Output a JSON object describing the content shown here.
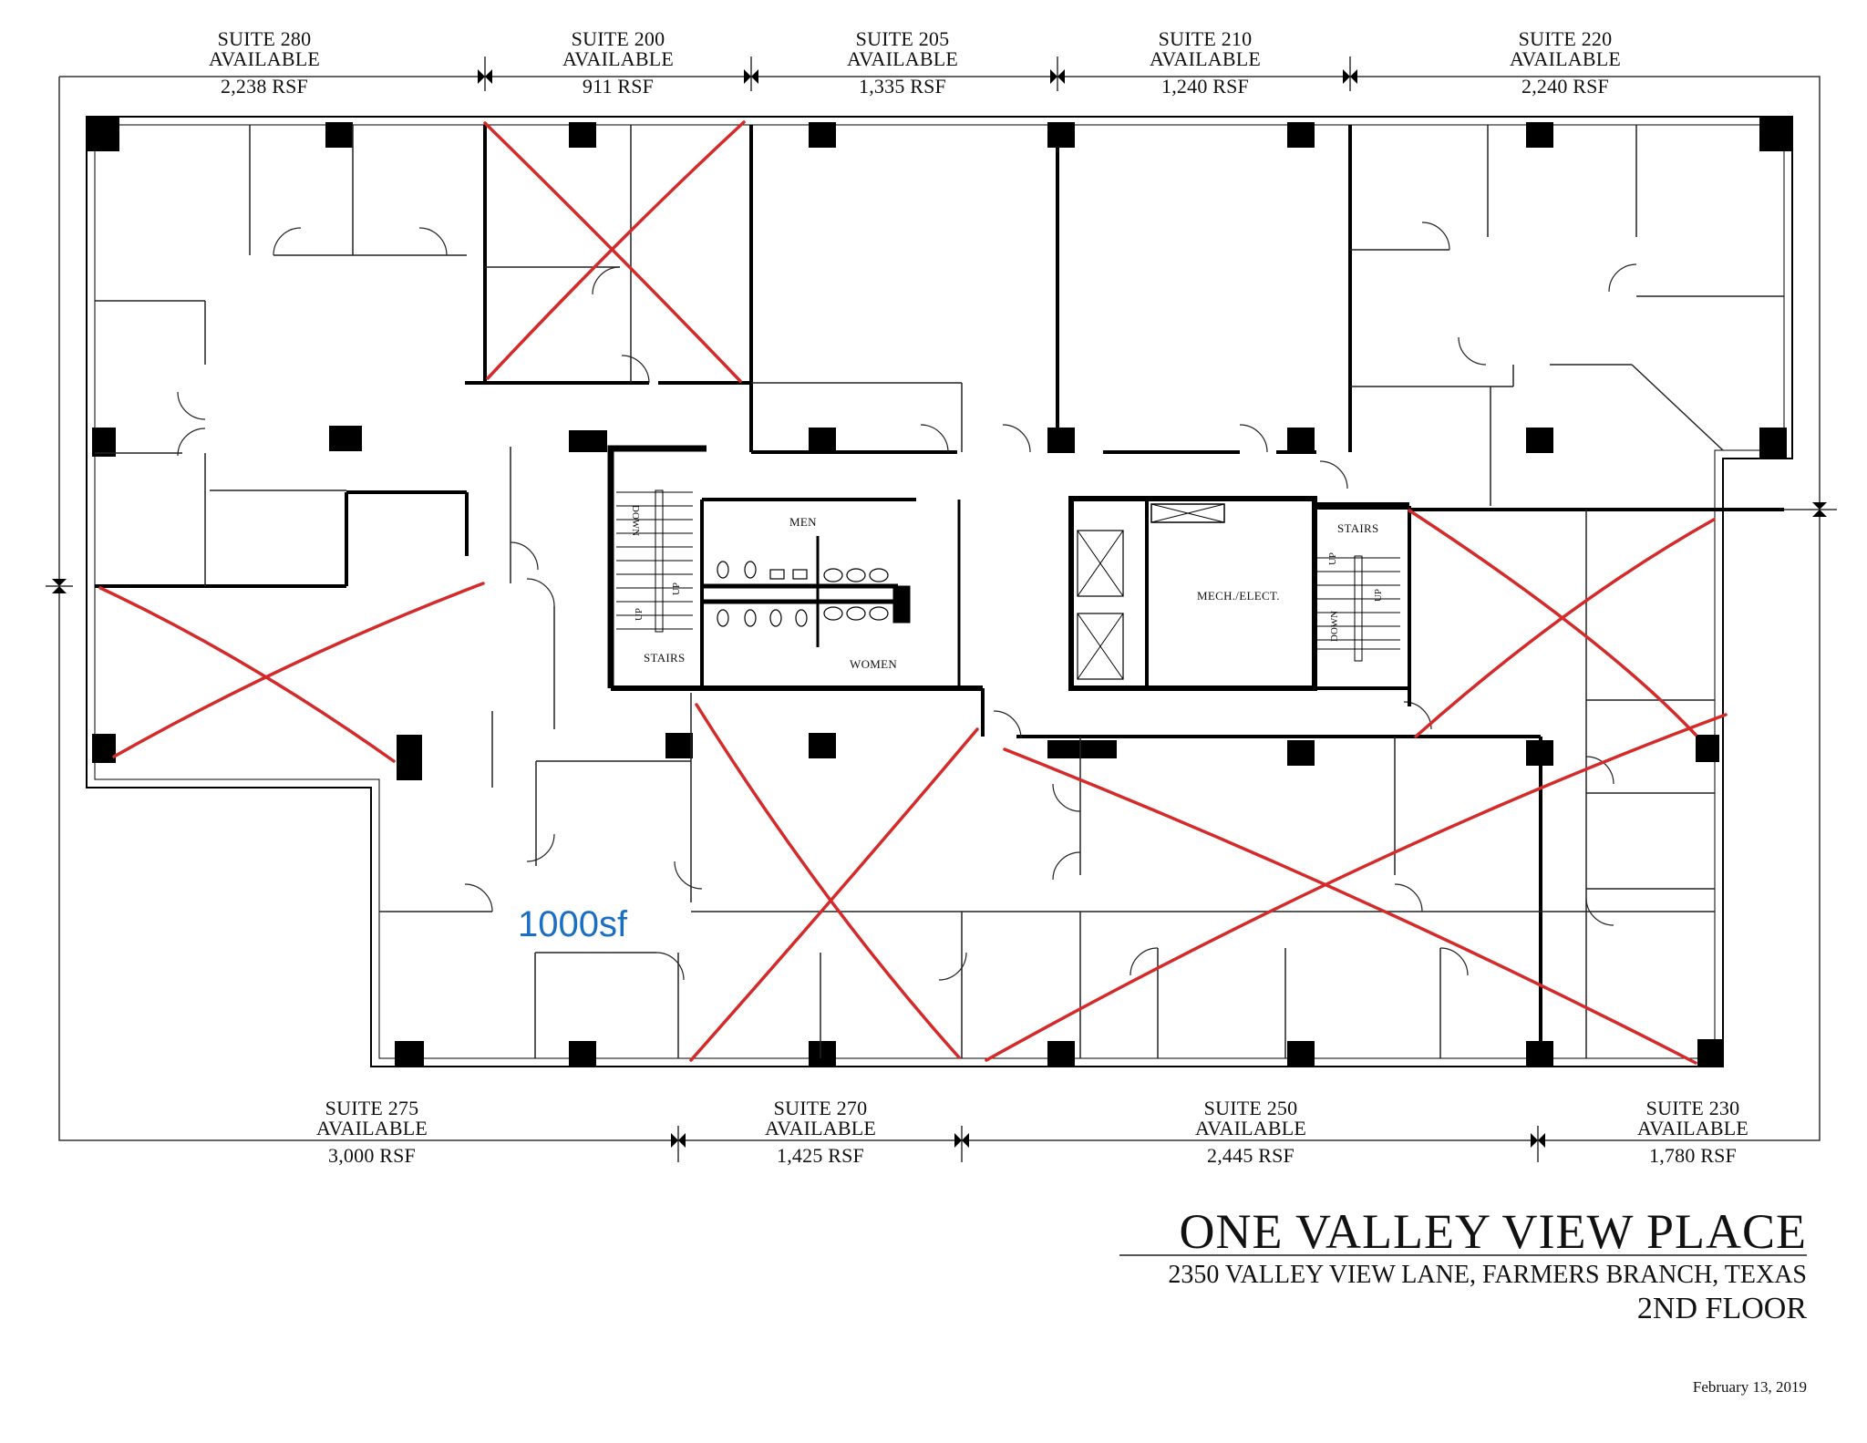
{
  "document": {
    "building_name": "ONE VALLEY VIEW PLACE",
    "address": "2350 VALLEY VIEW LANE, FARMERS BRANCH, TEXAS",
    "floor": "2ND FLOOR",
    "date": "February 13, 2019"
  },
  "suites_top": [
    {
      "name": "SUITE 280",
      "status": "AVAILABLE",
      "area": "2,238 RSF"
    },
    {
      "name": "SUITE 200",
      "status": "AVAILABLE",
      "area": "911 RSF"
    },
    {
      "name": "SUITE 205",
      "status": "AVAILABLE",
      "area": "1,335 RSF"
    },
    {
      "name": "SUITE 210",
      "status": "AVAILABLE",
      "area": "1,240 RSF"
    },
    {
      "name": "SUITE 220",
      "status": "AVAILABLE",
      "area": "2,240 RSF"
    }
  ],
  "suites_bottom": [
    {
      "name": "SUITE 275",
      "status": "AVAILABLE",
      "area": "3,000 RSF"
    },
    {
      "name": "SUITE 270",
      "status": "AVAILABLE",
      "area": "1,425 RSF"
    },
    {
      "name": "SUITE 250",
      "status": "AVAILABLE",
      "area": "2,445 RSF"
    },
    {
      "name": "SUITE 230",
      "status": "AVAILABLE",
      "area": "1,780 RSF"
    }
  ],
  "core_rooms": {
    "men": "MEN",
    "women": "WOMEN",
    "stairs_west": "STAIRS",
    "stairs_east": "STAIRS",
    "mech": "MECH./ELECT.",
    "up": "UP",
    "down": "DOWN"
  },
  "annotations": {
    "handwritten_area": "1000sf",
    "handwritten_color": "#1a6fc4",
    "strike_color": "#d42a2a",
    "struck_suites": [
      "SUITE 200",
      "SUITE 275 (west portion)",
      "SUITE 270",
      "SUITE 250",
      "SUITE 230",
      "East suite (right of core)"
    ]
  },
  "colors": {
    "wall": "#000000",
    "line": "#222222",
    "background": "#ffffff"
  }
}
